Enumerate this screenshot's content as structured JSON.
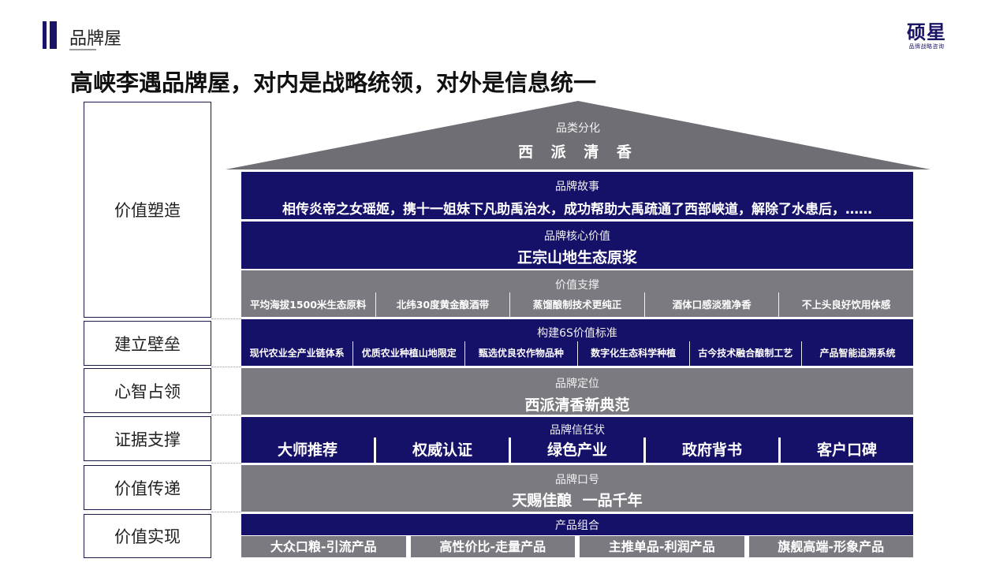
{
  "header": {
    "section_title": "品牌屋",
    "headline": "高峡李遇品牌屋，对内是战略统领，对外是信息统一",
    "logo_text": "硕星",
    "logo_sub": "品牌战略咨询"
  },
  "side_labels": [
    "价值塑造",
    "建立壁垒",
    "心智占领",
    "证据支撑",
    "价值传递",
    "价值实现"
  ],
  "roof": {
    "caption": "品类分化",
    "value": "西 派 清 香"
  },
  "story": {
    "caption": "品牌故事",
    "value": "相传炎帝之女瑶姬，携十一姐妹下凡助禹治水，成功帮助大禹疏通了西部峡道，解除了水患后，……"
  },
  "core_value": {
    "caption": "品牌核心价值",
    "value": "正宗山地生态原浆"
  },
  "support": {
    "caption": "价值支撑",
    "items": [
      "平均海拔1500米生态原料",
      "北纬30度黄金酿酒带",
      "蒸馏酿制技术更纯正",
      "酒体口感淡雅净香",
      "不上头良好饮用体感"
    ]
  },
  "standard": {
    "caption": "构建6S价值标准",
    "items": [
      "现代农业全产业链体系",
      "优质农业种植山地限定",
      "甄选优良农作物品种",
      "数字化生态科学种植",
      "古今技术融合酿制工艺",
      "产品智能追溯系统"
    ]
  },
  "positioning": {
    "caption": "品牌定位",
    "value": "西派清香新典范"
  },
  "trust": {
    "caption": "品牌信任状",
    "items": [
      "大师推荐",
      "权威认证",
      "绿色产业",
      "政府背书",
      "客户口碑"
    ]
  },
  "slogan": {
    "caption": "品牌口号",
    "value": "天赐佳酿  一品千年"
  },
  "portfolio": {
    "caption": "产品组合",
    "items": [
      "大众口粮-引流产品",
      "高性价比-走量产品",
      "主推单品-利润产品",
      "旗舰高端-形象产品"
    ]
  },
  "colors": {
    "navy": "#161168",
    "grey": "#7a7a80",
    "roof": "#6e6e74"
  }
}
